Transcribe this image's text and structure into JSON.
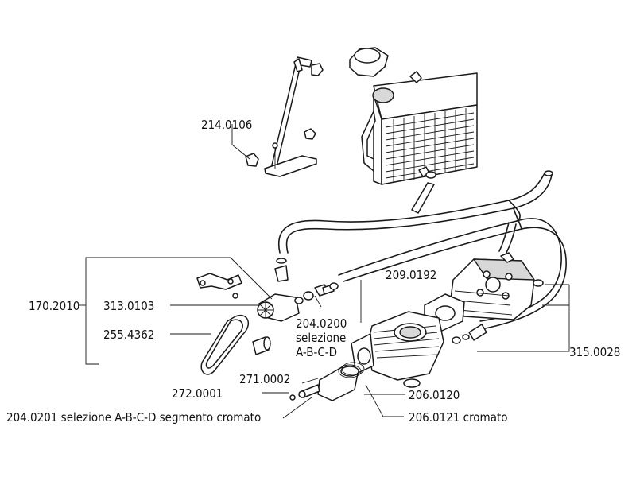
{
  "labels": {
    "p214_0106": "214.0106",
    "p209_0192": "209.0192",
    "p170_2010": "170.2010",
    "p313_0103": "313.0103",
    "p255_4362": "255.4362",
    "p204_0200_a": "204.0200",
    "p204_0200_b": "selezione",
    "p204_0200_c": "A-B-C-D",
    "p315_0028": "315.0028",
    "p271_0002": "271.0002",
    "p272_0001": "272.0001",
    "p206_0120": "206.0120",
    "p206_0121": "206.0121 cromato",
    "p204_0201": "204.0201 selezione A-B-C-D segmento cromato"
  }
}
